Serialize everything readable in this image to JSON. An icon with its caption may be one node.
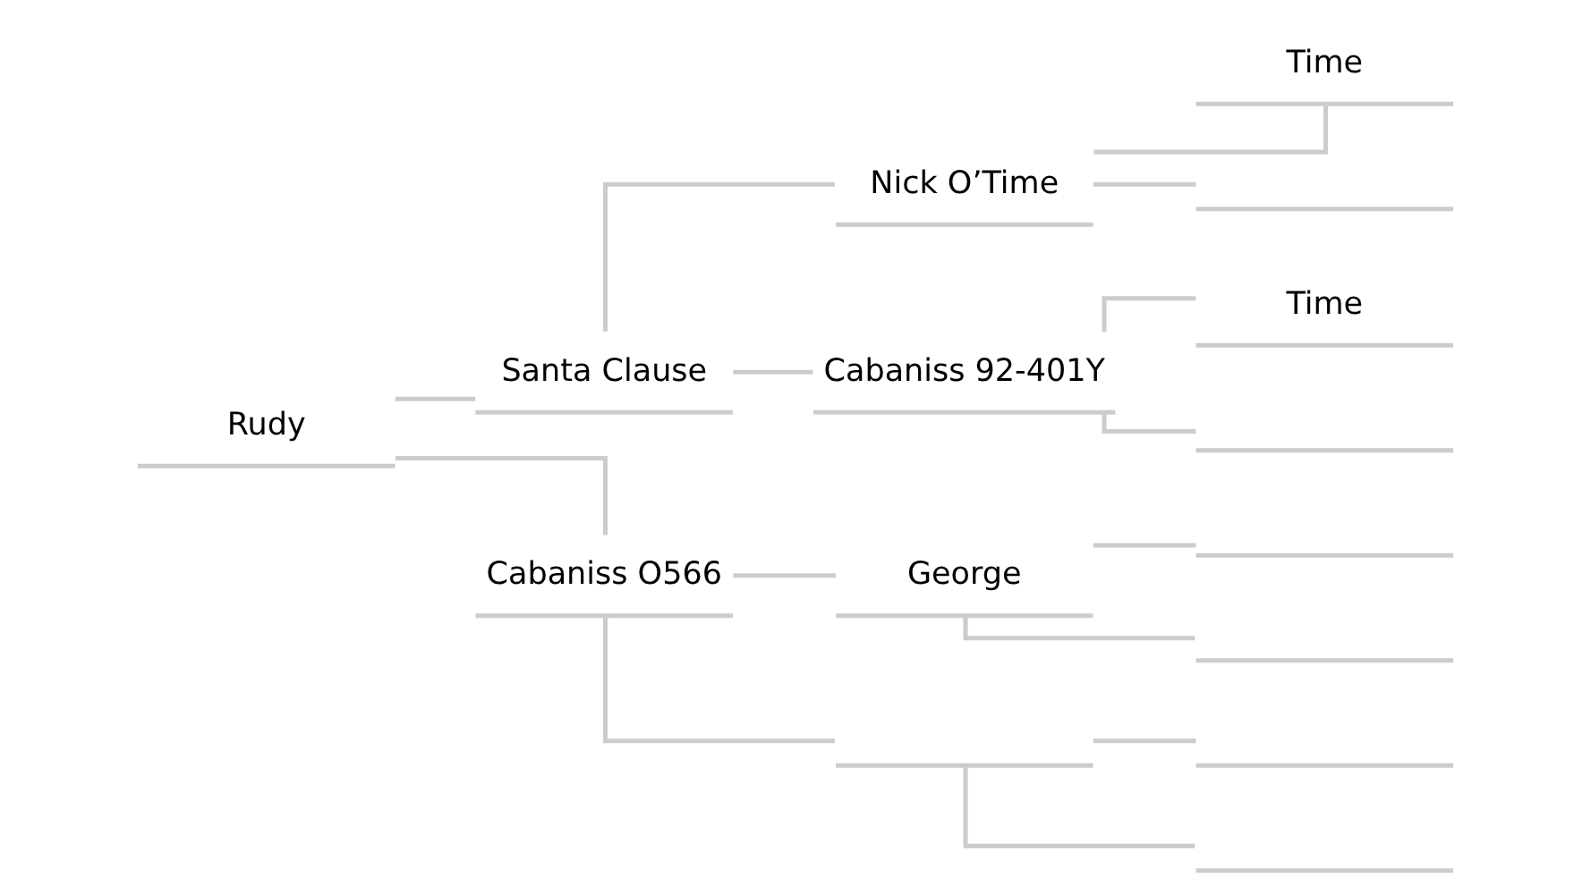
{
  "diagram": {
    "nodes": [
      {
        "text": [
          "Rudy"
        ]
      },
      {
        "text": [
          "Santa Clause"
        ]
      },
      {
        "text": [
          "Nick O’Time"
        ]
      },
      {
        "text": [
          "Time"
        ]
      },
      {
        "text": [],
        "shape": "bar"
      },
      {
        "text": [
          "Cabaniss 92-401Y"
        ]
      },
      {
        "text": [
          "Time"
        ]
      },
      {
        "text": [],
        "shape": "bar"
      },
      {
        "text": [
          "Cabaniss O566"
        ]
      },
      {
        "text": [
          "George"
        ]
      },
      {
        "text": [],
        "shape": "bar"
      },
      {
        "text": [],
        "shape": "bar"
      },
      {
        "text": [],
        "shape": "bar"
      },
      {
        "text": [],
        "shape": "bar"
      },
      {
        "text": [],
        "shape": "bar"
      }
    ],
    "edges": [
      {
        "from": 0,
        "to": 1,
        "arrow": "none"
      },
      {
        "from": 0,
        "to": 8,
        "arrow": "none"
      },
      {
        "from": 1,
        "to": 2,
        "arrow": "none"
      },
      {
        "from": 1,
        "to": 5,
        "arrow": "none"
      },
      {
        "from": 2,
        "to": 3,
        "arrow": "none"
      },
      {
        "from": 2,
        "to": 4,
        "arrow": "none"
      },
      {
        "from": 5,
        "to": 6,
        "arrow": "none"
      },
      {
        "from": 5,
        "to": 7,
        "arrow": "none"
      },
      {
        "from": 8,
        "to": 9,
        "arrow": "none"
      },
      {
        "from": 8,
        "to": 12,
        "arrow": "none"
      },
      {
        "from": 9,
        "to": 10,
        "arrow": "none"
      },
      {
        "from": 9,
        "to": 11,
        "arrow": "none"
      },
      {
        "from": 12,
        "to": 13,
        "arrow": "none"
      },
      {
        "from": 12,
        "to": 14,
        "arrow": "none"
      }
    ]
  }
}
